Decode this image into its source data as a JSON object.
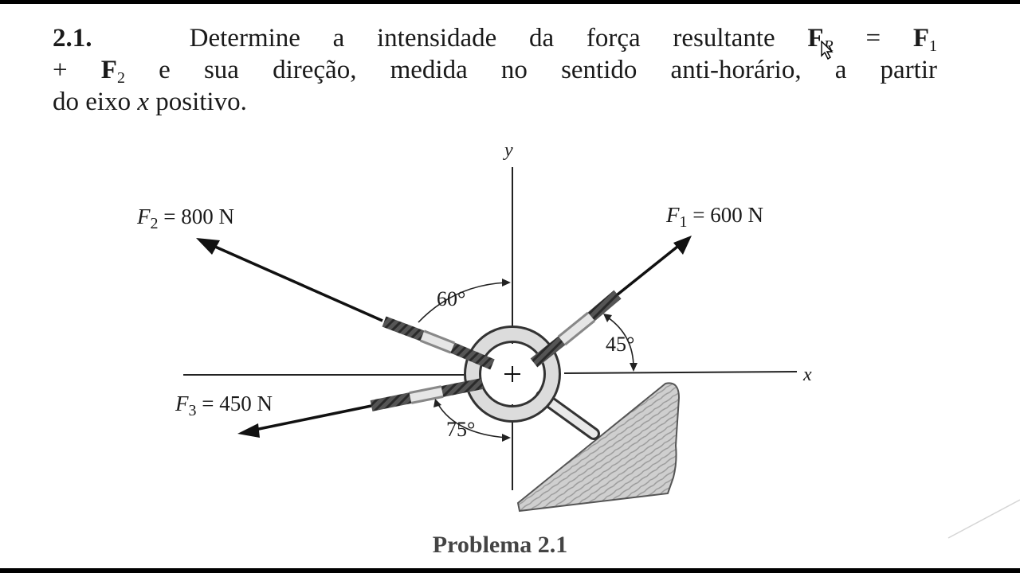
{
  "problem": {
    "number": "2.1.",
    "line1_text": "Determine a intensidade da força resultante",
    "resultant_symbol": "F",
    "resultant_sub": "R",
    "equals": "=",
    "f1_symbol": "F",
    "f1_sub": "1",
    "plus": "+",
    "f2_symbol": "F",
    "f2_sub": "2",
    "line2_text": "e sua direção, medida no sentido anti-horário, a partir",
    "line3_pre": "do eixo",
    "axis_var": "x",
    "line3_post": "positivo."
  },
  "figure": {
    "axis_x": "x",
    "axis_y": "y",
    "forces": [
      {
        "symbol": "F",
        "sub": "1",
        "value": "= 600 N"
      },
      {
        "symbol": "F",
        "sub": "2",
        "value": "= 800 N"
      },
      {
        "symbol": "F",
        "sub": "3",
        "value": "= 450 N"
      }
    ],
    "angles": [
      "60°",
      "45°",
      "75°"
    ],
    "caption": "Problema 2.1"
  }
}
